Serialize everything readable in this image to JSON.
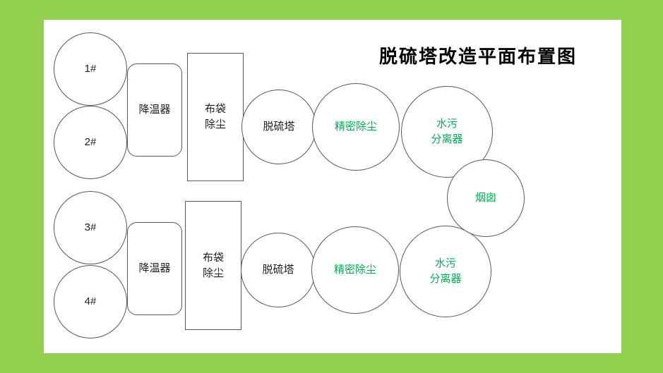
{
  "title": "脱硫塔改造平面布置图",
  "colors": {
    "frame": "#92d050",
    "panel": "#ffffff",
    "outline": "#595959",
    "label": "#1f1f1f",
    "accent": "#00b050"
  },
  "top_line": {
    "unit1": "1#",
    "unit2": "2#",
    "cooler": "降温器",
    "bag_filter": "布袋\n除尘",
    "desulf_tower": "脱硫塔",
    "precision_dust": "精密除尘",
    "water_separator": "水污\n分离器"
  },
  "bottom_line": {
    "unit3": "3#",
    "unit4": "4#",
    "cooler": "降温器",
    "bag_filter": "布袋\n除尘",
    "desulf_tower": "脱硫塔",
    "precision_dust": "精密除尘",
    "water_separator": "水污\n分离器"
  },
  "chimney": "烟囱"
}
